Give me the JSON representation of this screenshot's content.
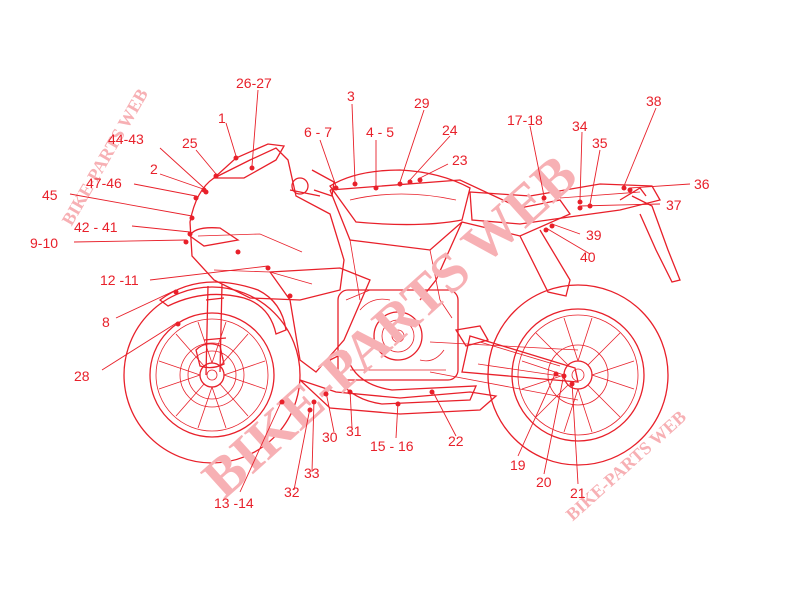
{
  "watermark": {
    "main": "BIKE-PARTS WEB",
    "small": "BIKE-PARTS WEB"
  },
  "callouts": [
    "1",
    "26-27",
    "3",
    "29",
    "17-18",
    "38",
    "34",
    "35",
    "25",
    "44-43",
    "6 - 7",
    "4 - 5",
    "24",
    "23",
    "2",
    "47-46",
    "45",
    "42 - 41",
    "9-10",
    "36",
    "37",
    "39",
    "40",
    "12 -11",
    "8",
    "28",
    "13 -14",
    "32",
    "33",
    "30",
    "31",
    "15 - 16",
    "22",
    "19",
    "20",
    "21"
  ],
  "colors": {
    "line": "#e8202a",
    "watermark": "#f7b0b4"
  }
}
